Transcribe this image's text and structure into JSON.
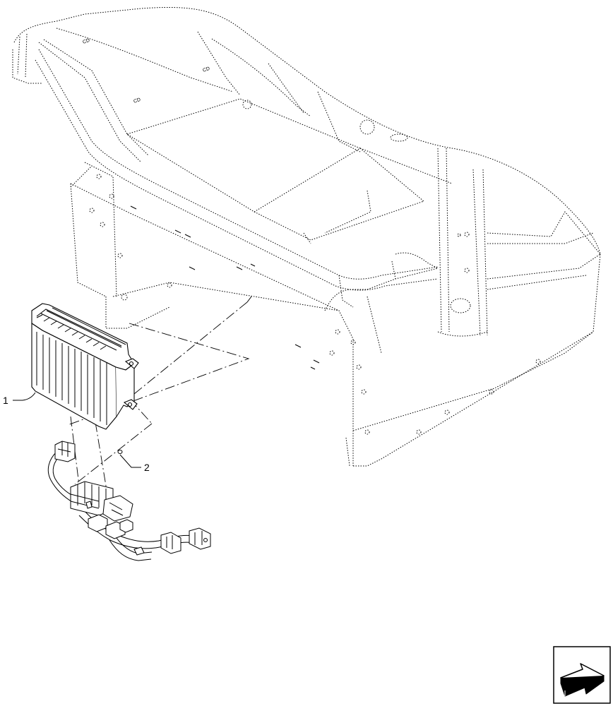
{
  "callouts": {
    "ecu_module": "1",
    "mounting_hardware": "2"
  },
  "frame_markings": {
    "mark_a": "CD",
    "mark_b": "CD",
    "mark_c": "CD"
  },
  "icons": {
    "nav": "next-page-arrow-icon"
  }
}
